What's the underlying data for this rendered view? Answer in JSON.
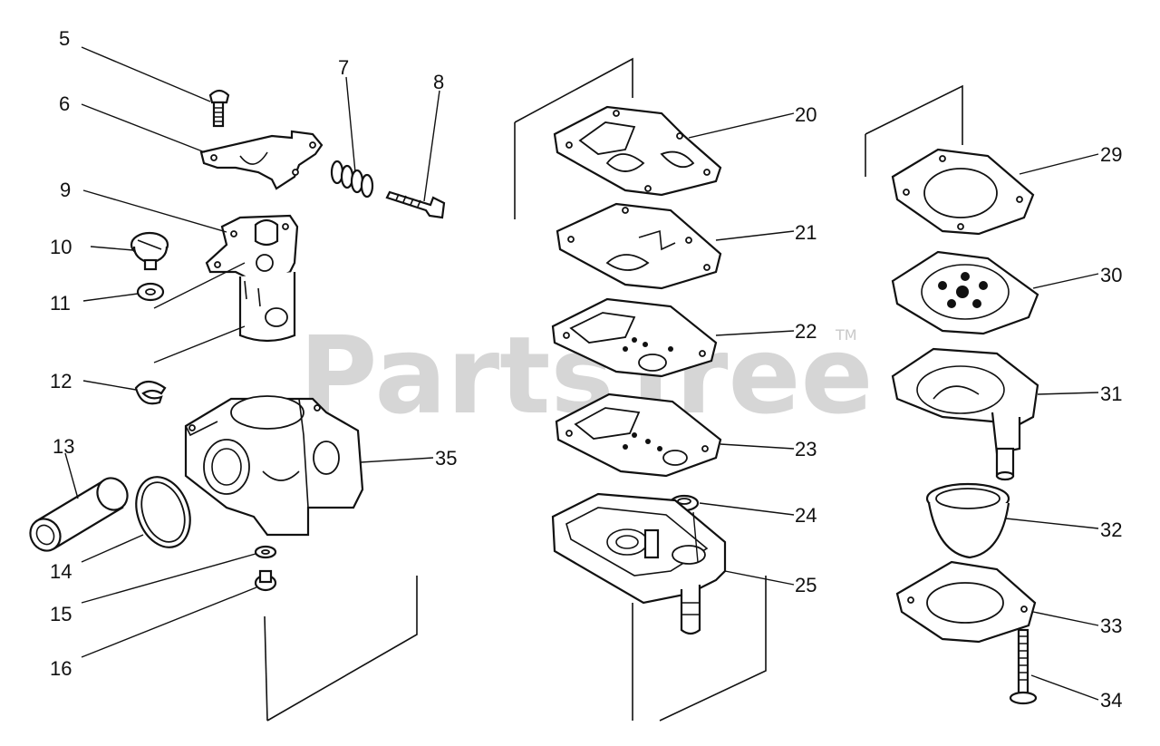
{
  "watermark": {
    "text": "PartsTree",
    "tm": "TM"
  },
  "callouts": [
    {
      "id": "c5",
      "label": "5"
    },
    {
      "id": "c6",
      "label": "6"
    },
    {
      "id": "c7",
      "label": "7"
    },
    {
      "id": "c8",
      "label": "8"
    },
    {
      "id": "c9",
      "label": "9"
    },
    {
      "id": "c10",
      "label": "10"
    },
    {
      "id": "c11",
      "label": "11"
    },
    {
      "id": "c12",
      "label": "12"
    },
    {
      "id": "c13",
      "label": "13"
    },
    {
      "id": "c14",
      "label": "14"
    },
    {
      "id": "c15",
      "label": "15"
    },
    {
      "id": "c16",
      "label": "16"
    },
    {
      "id": "c20",
      "label": "20"
    },
    {
      "id": "c21",
      "label": "21"
    },
    {
      "id": "c22",
      "label": "22"
    },
    {
      "id": "c23",
      "label": "23"
    },
    {
      "id": "c24",
      "label": "24"
    },
    {
      "id": "c25",
      "label": "25"
    },
    {
      "id": "c29",
      "label": "29"
    },
    {
      "id": "c30",
      "label": "30"
    },
    {
      "id": "c31",
      "label": "31"
    },
    {
      "id": "c32",
      "label": "32"
    },
    {
      "id": "c33",
      "label": "33"
    },
    {
      "id": "c34",
      "label": "34"
    },
    {
      "id": "c35",
      "label": "35"
    }
  ]
}
